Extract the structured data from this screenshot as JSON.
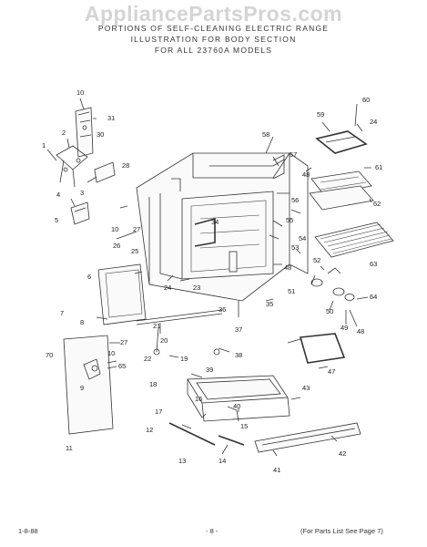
{
  "watermark": "AppliancePartsPros.com",
  "header": {
    "line1": "PORTIONS OF SELF-CLEANING ELECTRIC RANGE",
    "line2": "ILLUSTRATION FOR BODY SECTION",
    "line3": "FOR ALL 23760A MODELS"
  },
  "footer": {
    "left": "1-8-88",
    "center": "- 8 -",
    "right": "(For Parts List See Page 7)"
  },
  "callouts": [
    "10",
    "31",
    "30",
    "2",
    "1",
    "28",
    "3",
    "4",
    "5",
    "27",
    "10",
    "26",
    "25",
    "24",
    "23",
    "6",
    "58",
    "57",
    "56",
    "34",
    "55",
    "54",
    "53",
    "48",
    "35",
    "36",
    "37",
    "7",
    "8",
    "27",
    "21",
    "10",
    "20",
    "22",
    "19",
    "65",
    "9",
    "18",
    "38",
    "70",
    "11",
    "12",
    "39",
    "40",
    "15",
    "16",
    "17",
    "13",
    "14",
    "41",
    "42",
    "43",
    "47",
    "50",
    "49",
    "48",
    "64",
    "52",
    "51",
    "59",
    "60",
    "24",
    "48",
    "61",
    "62",
    "63"
  ],
  "colors": {
    "ink": "#333333",
    "paper": "#ffffff",
    "watermark": "#d4d4d4"
  }
}
